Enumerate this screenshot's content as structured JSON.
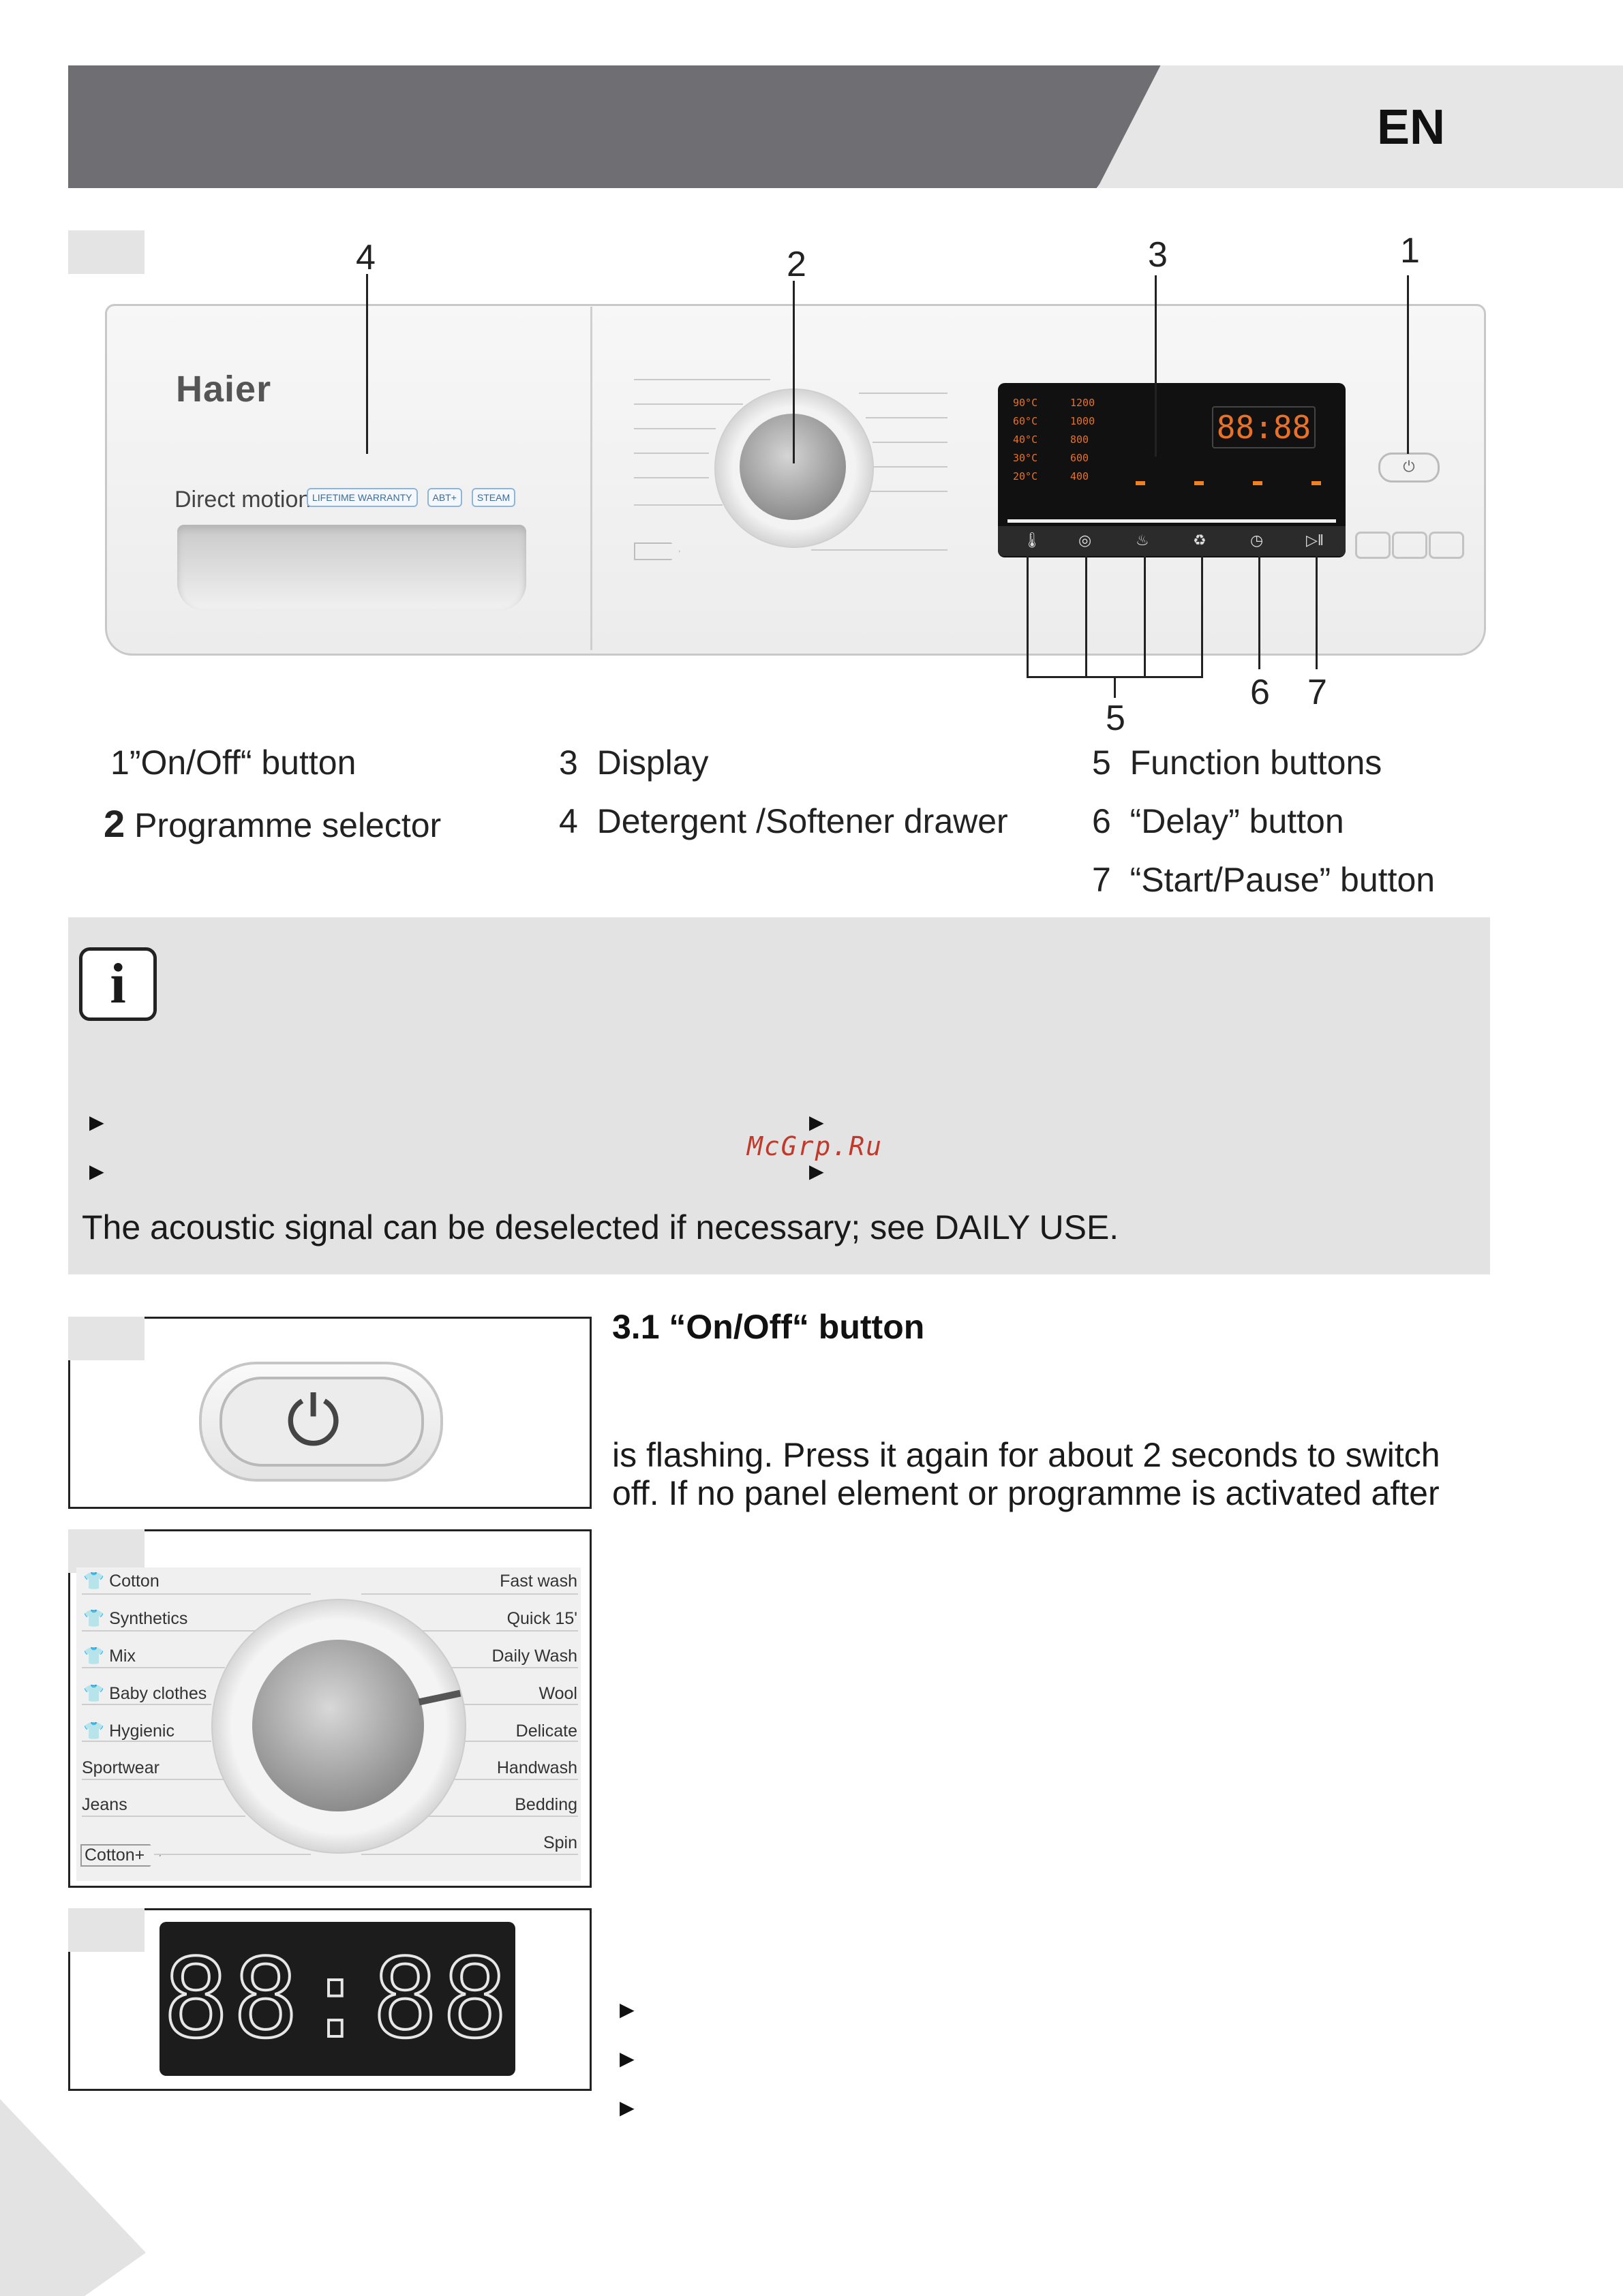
{
  "header": {
    "lang": "EN"
  },
  "panel": {
    "brand": "Haier",
    "series": "Direct motion",
    "badges": [
      "LIFETIME WARRANTY",
      "ABT+",
      "STEAM"
    ],
    "display": {
      "temps": [
        "90°C",
        "60°C",
        "40°C",
        "30°C",
        "20°C"
      ],
      "speeds": [
        "1200",
        "1000",
        "800",
        "600",
        "400"
      ],
      "time": "88:88"
    },
    "callouts": [
      "1",
      "2",
      "3",
      "4",
      "5",
      "6",
      "7"
    ]
  },
  "legend": {
    "items": [
      {
        "num": "1",
        "label": "”On/Off“ button"
      },
      {
        "num": "2",
        "label": "Programme selector"
      },
      {
        "num": "3",
        "label": "Display"
      },
      {
        "num": "4",
        "label": "Detergent /Softener drawer"
      },
      {
        "num": "5",
        "label": "Function buttons"
      },
      {
        "num": "6",
        "label": "“Delay” button"
      },
      {
        "num": "7",
        "label": "“Start/Pause” button"
      }
    ]
  },
  "info": {
    "icon": "info-icon",
    "text": "The acoustic signal can be deselected if necessary; see DAILY USE.",
    "watermark": "McGrp.Ru"
  },
  "section": {
    "title": "3.1 “On/Off“ button",
    "lines": [
      "is flashing. Press it again for about 2 seconds to switch",
      "off. If no panel element or programme is activated after"
    ]
  },
  "selector": {
    "left": [
      "Cotton",
      "Synthetics",
      "Mix",
      "Baby clothes",
      "Hygienic",
      "Sportwear",
      "Jeans",
      "Cotton+"
    ],
    "right": [
      "Fast wash",
      "Quick 15'",
      "Daily Wash",
      "Wool",
      "Delicate",
      "Handwash",
      "Bedding",
      "Spin"
    ]
  },
  "bigdisplay": {
    "text": "88:88"
  }
}
